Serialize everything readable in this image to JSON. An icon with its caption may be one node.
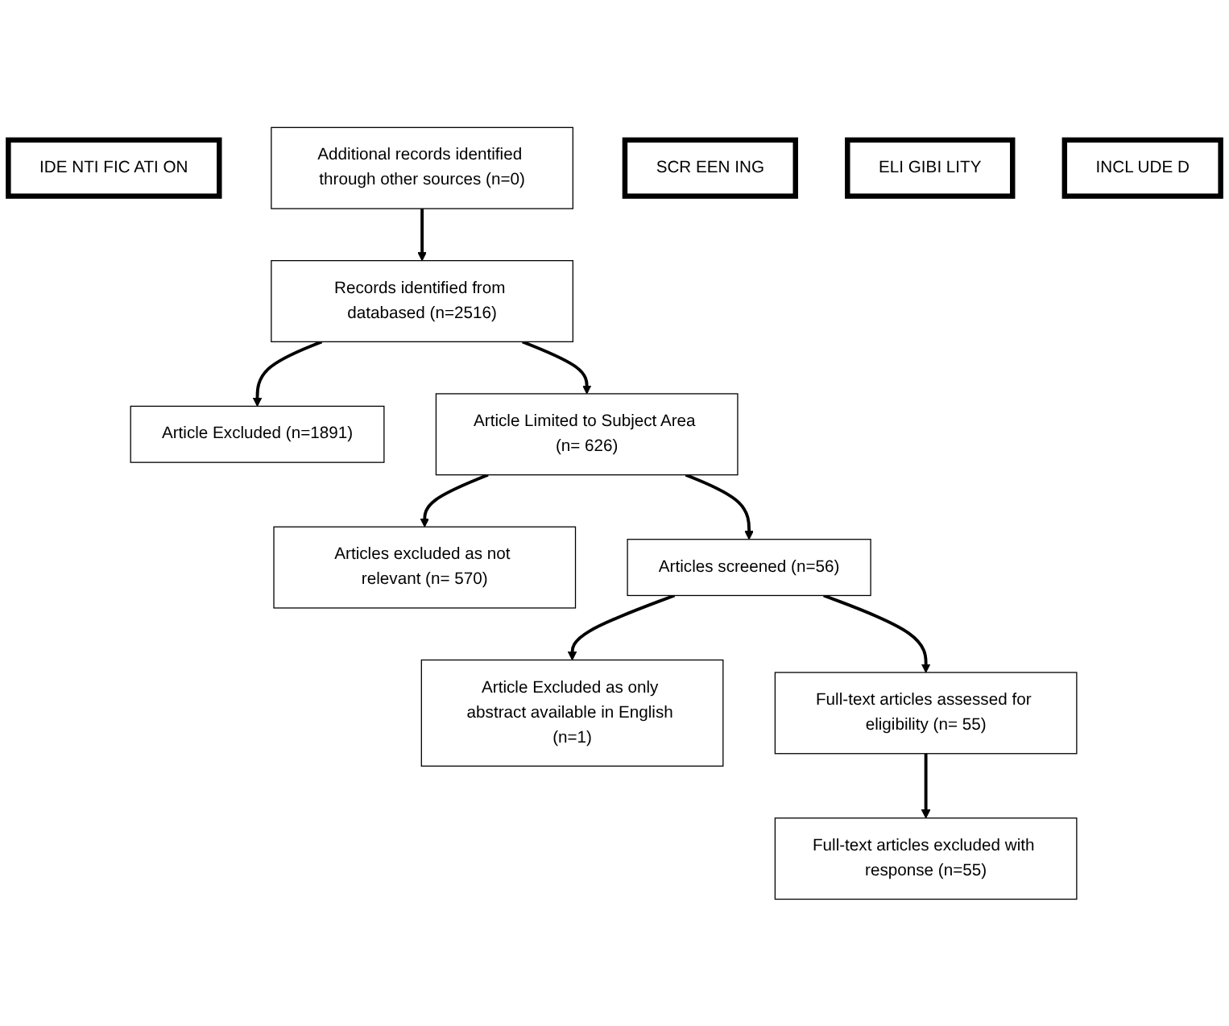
{
  "diagram": {
    "nodes": [
      {
        "text": [
          "IDE NTI FIC ATI ON"
        ]
      },
      {
        "text": [
          "Records identified from databased (n=2516)"
        ]
      },
      {
        "text": [
          "Additional records identified through other sources (n=0)"
        ]
      },
      {
        "text": [
          "Article Excluded (n=1891)"
        ]
      },
      {
        "text": [
          "Article Limited to Subject Area (n= 626)"
        ]
      },
      {
        "text": [
          "SCR EEN ING"
        ]
      },
      {
        "text": [
          "Articles excluded as not relevant (n= 570)"
        ]
      },
      {
        "text": [
          "Articles screened (n=56)"
        ]
      },
      {
        "text": [
          "ELI GIBI LITY"
        ]
      },
      {
        "text": [
          "Article Excluded as only abstract available in English (n=1)"
        ]
      },
      {
        "text": [
          "Full-text articles assessed for eligibility (n= 55)"
        ]
      },
      {
        "text": [
          "INCL UDE D"
        ]
      },
      {
        "text": [
          "Full-text articles excluded with response (n=55)"
        ]
      }
    ],
    "edges": [
      {
        "from": 2,
        "to": 1,
        "arrow": "to"
      },
      {
        "from": 1,
        "to": 3,
        "arrow": "to"
      },
      {
        "from": 1,
        "to": 4,
        "arrow": "to"
      },
      {
        "from": 4,
        "to": 6,
        "arrow": "to"
      },
      {
        "from": 4,
        "to": 7,
        "arrow": "to"
      },
      {
        "from": 7,
        "to": 9,
        "arrow": "to"
      },
      {
        "from": 7,
        "to": 10,
        "arrow": "to"
      },
      {
        "from": 10,
        "to": 12,
        "arrow": "to"
      }
    ]
  }
}
